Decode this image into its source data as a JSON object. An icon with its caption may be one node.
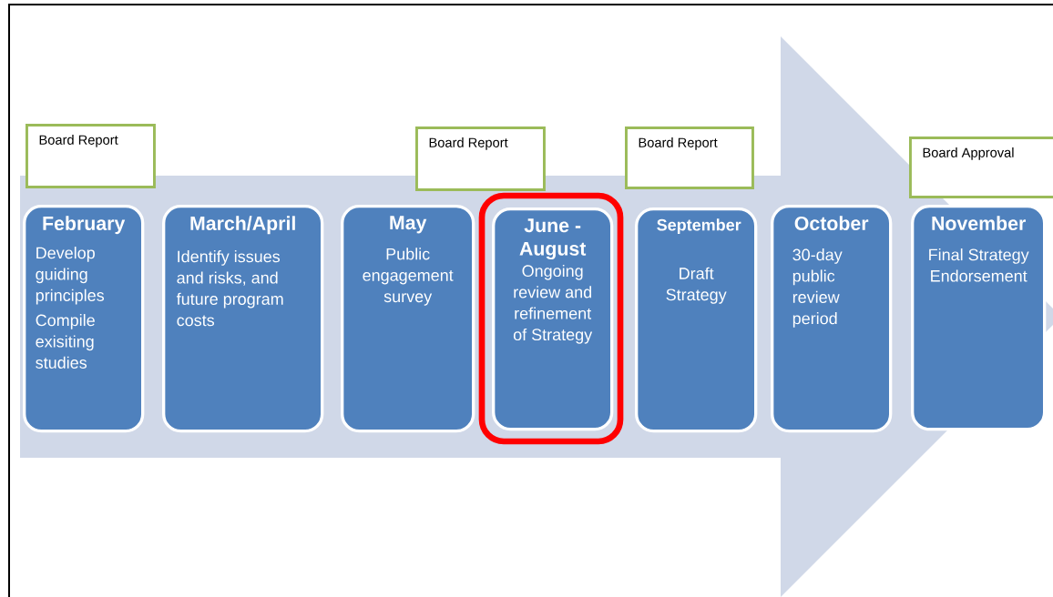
{
  "diagram": {
    "nodes": [
      {
        "text": [
          "Board Report"
        ]
      },
      {
        "text": [
          "February",
          "Develop guiding principles",
          "Compile exisiting studies"
        ]
      },
      {
        "text": [
          "March/April",
          "Identify issues and risks, and future program costs"
        ]
      },
      {
        "text": [
          "Board Report"
        ]
      },
      {
        "text": [
          "May",
          "Public engagement survey"
        ]
      },
      {
        "text": [
          "June - August",
          "Ongoing review and refinement of Strategy"
        ]
      },
      {
        "text": [
          "Board Report"
        ]
      },
      {
        "text": [
          "September",
          "Draft Strategy"
        ]
      },
      {
        "text": [
          "October",
          "30-day public review period"
        ]
      },
      {
        "text": [
          "Board Approval"
        ]
      },
      {
        "text": [
          "November",
          "Final Strategy Endorsement"
        ]
      }
    ],
    "edges": [
      {
        "from": 1,
        "to": 10,
        "arrow": "to"
      }
    ]
  }
}
